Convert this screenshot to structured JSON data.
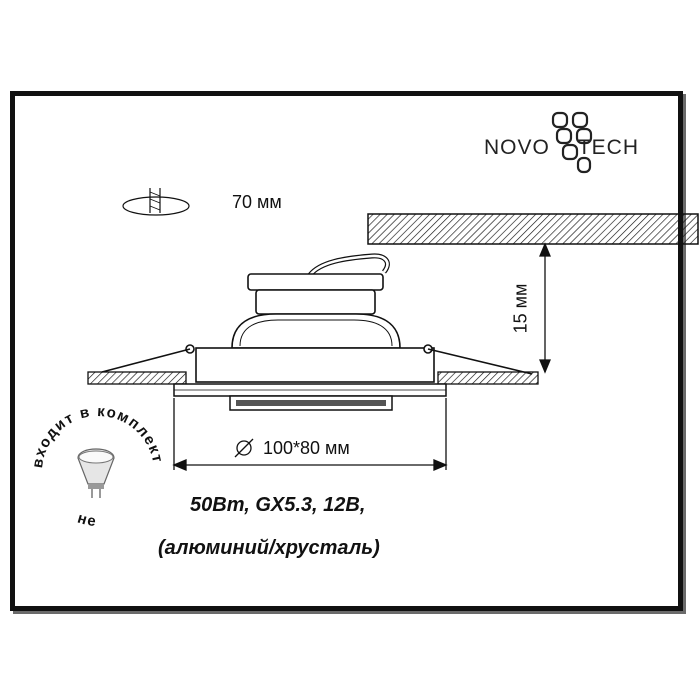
{
  "brand": {
    "name": "NOVOTECH",
    "left_part": "NOVO",
    "right_part": "TECH"
  },
  "diagram": {
    "cutout_diameter": "70 мм",
    "ceiling_depth": "15 мм",
    "outer_size": "100*80 мм",
    "diameter_symbol": "⌀"
  },
  "specs": {
    "line1": "50Вт, GX5.3, 12В,",
    "line2": "(алюминий/хрусталь)"
  },
  "stamp": {
    "text": "лампа не входит в комплект",
    "visible_text": "входит в комплект не"
  },
  "colors": {
    "line": "#111111",
    "frame_shadow": "#6b6b6b"
  }
}
